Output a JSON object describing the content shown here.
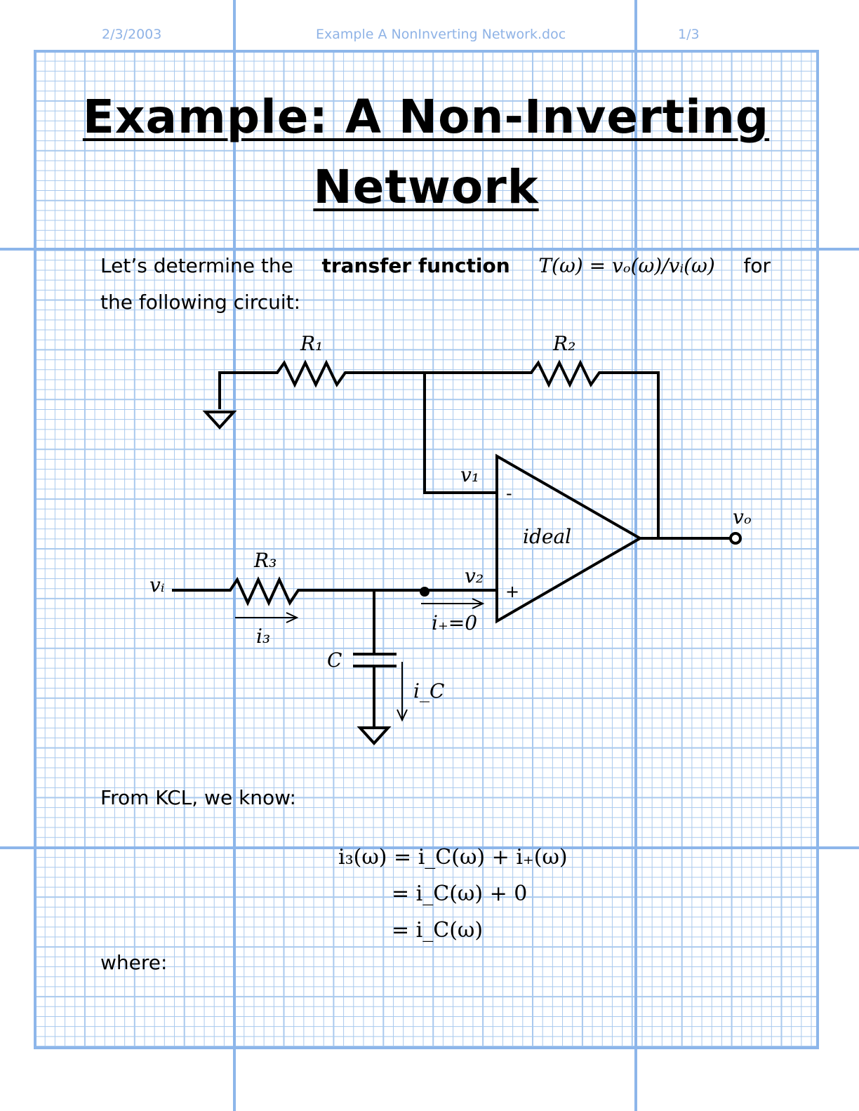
{
  "header": {
    "date": "2/3/2003",
    "filename": "Example A NonInverting Network.doc",
    "page": "1/3"
  },
  "title": {
    "line1": "Example: A Non-Inverting",
    "line2": "Network"
  },
  "intro": {
    "text_before": "Let’s determine the",
    "bold": "transfer function",
    "formula": "T(ω) = vₒ(ω)/vᵢ(ω)",
    "text_after": "for",
    "line2": "the following circuit:"
  },
  "circuit": {
    "r1": "R₁",
    "r2": "R₂",
    "r3": "R₃",
    "c": "C",
    "v1": "v₁",
    "v2": "v₂",
    "vi": "vᵢ",
    "vo": "vₒ",
    "ideal": "ideal",
    "minus": "-",
    "plus": "+",
    "i3": "i₃",
    "iplus": "i₊=0",
    "ic": "i_C"
  },
  "kcl": {
    "intro": "From KCL, we know:",
    "eq1": "i₃(ω) = i_C(ω) + i₊(ω)",
    "eq2": "= i_C(ω) + 0",
    "eq3": "= i_C(ω)"
  },
  "where": "where:",
  "colors": {
    "grid": "#a9c9ee",
    "grid_major": "#8db6ea",
    "header": "#8fb3e6"
  }
}
